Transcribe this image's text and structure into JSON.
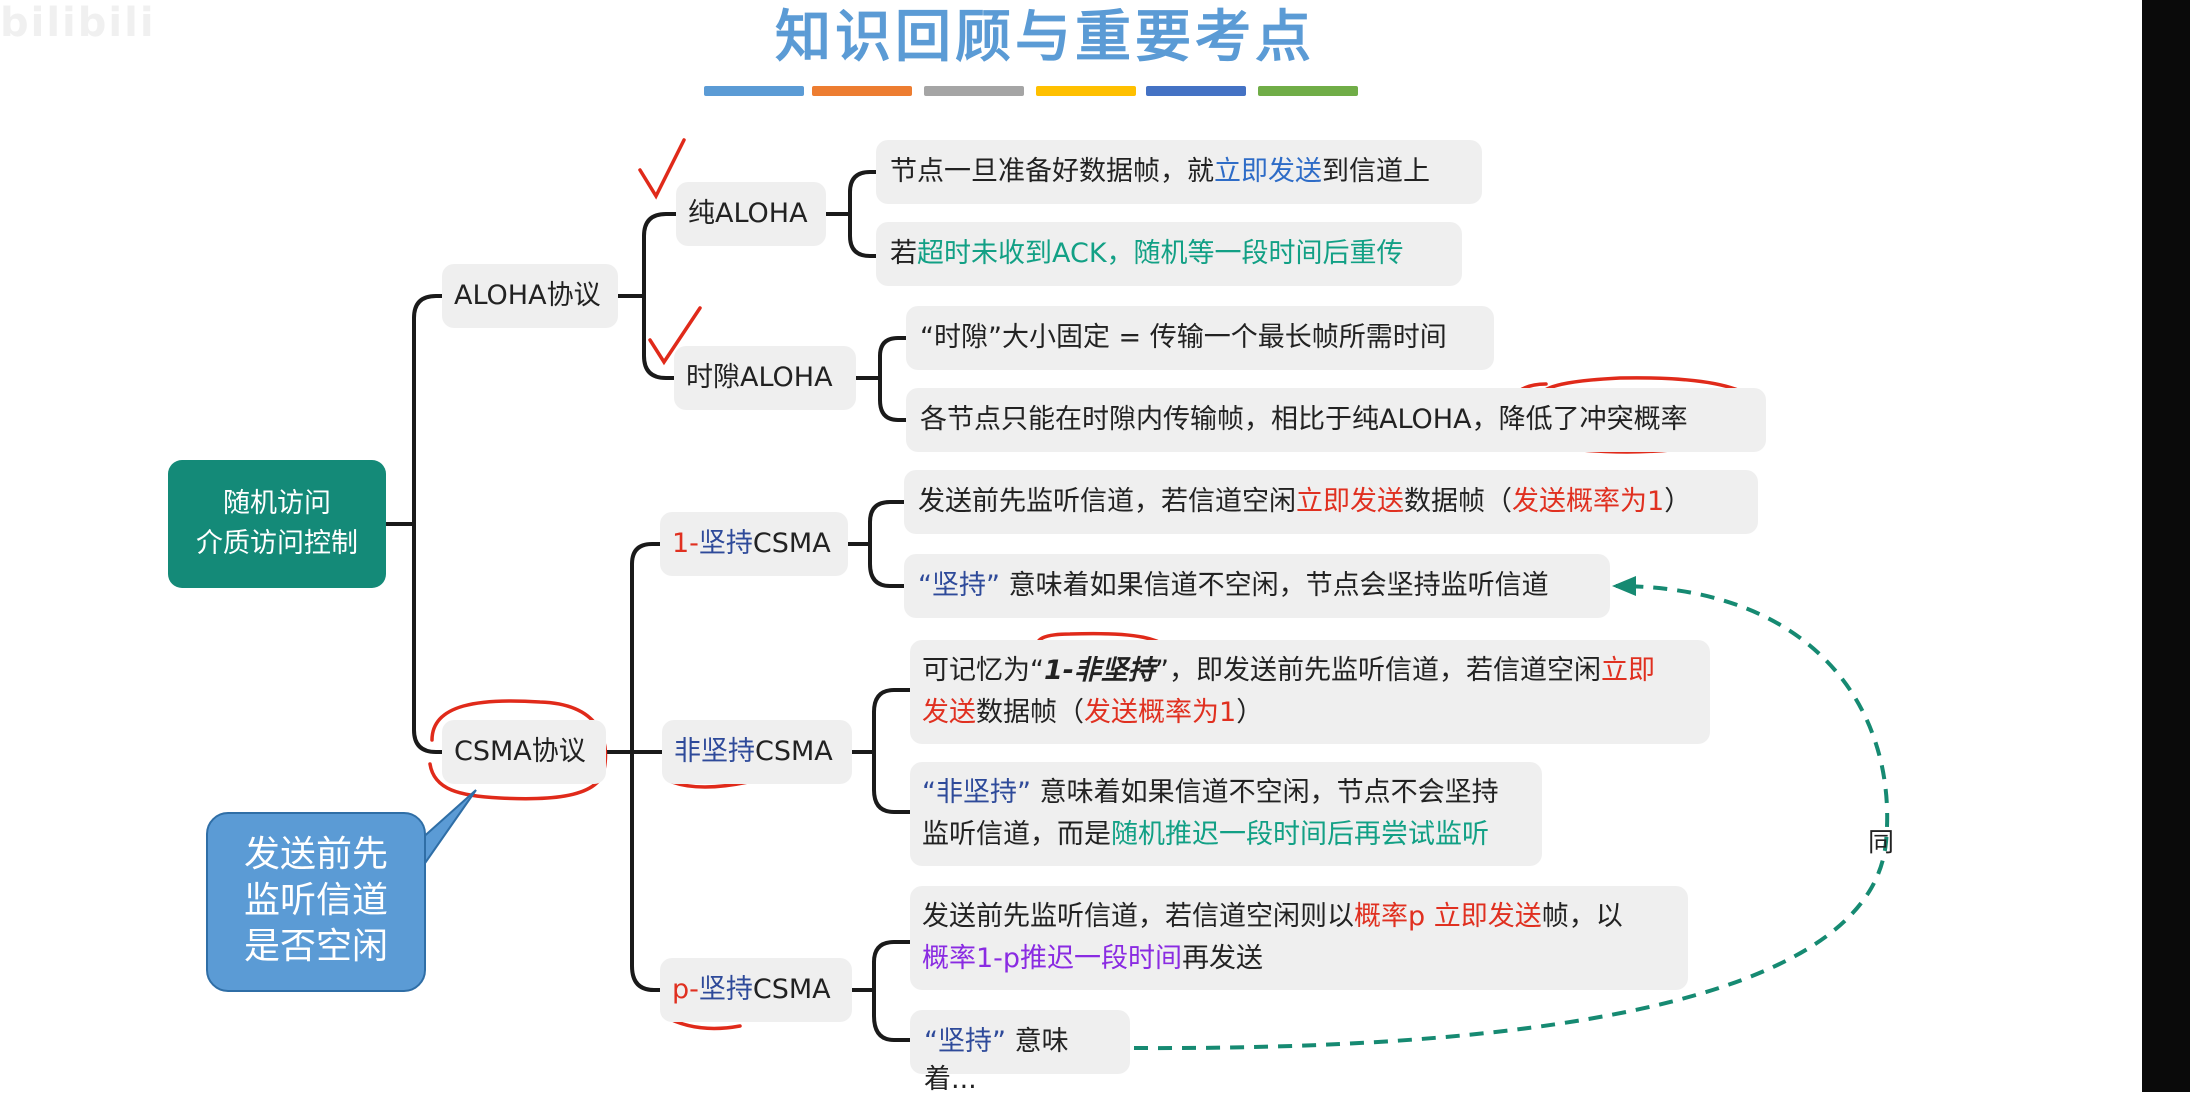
{
  "header": {
    "title": "知识回顾与重要考点",
    "watermark": "bilibili"
  },
  "color_bars": [
    "#5b9bd5",
    "#ed7d31",
    "#a5a5a5",
    "#ffc000",
    "#4472c4",
    "#70ad47"
  ],
  "root": {
    "line1": "随机访问",
    "line2": "介质访问控制"
  },
  "callout": {
    "line1": "发送前先",
    "line2": "监听信道",
    "line3": "是否空闲"
  },
  "aloha": {
    "label": "ALOHA协议",
    "pure": {
      "label": "纯ALOHA",
      "n1": {
        "a": "节点一旦准备好数据帧，就",
        "b": "立即发送",
        "c": "到信道上"
      },
      "n2": {
        "a": "若",
        "b": "超时未收到ACK，随机等一段时间后重传"
      }
    },
    "slotted": {
      "label": "时隙ALOHA",
      "n1": "“时隙”大小固定 = 传输一个最长帧所需时间",
      "n2": {
        "a": "各节点只能在时隙内传输帧，相比于纯ALOHA，",
        "b": "降低了冲突概率"
      }
    }
  },
  "csma": {
    "label": "CSMA协议",
    "p1": {
      "label_a": "1-",
      "label_b": "坚持",
      "label_c": "CSMA",
      "n1": {
        "a": "发送前先监听信道，若信道空闲",
        "b": "立即发送",
        "c": "数据帧（",
        "d": "发送概率为1",
        "e": "）"
      },
      "n2": {
        "a": "“坚持”",
        "b": " 意味着如果信道不空闲，节点会坚持监听信道"
      }
    },
    "np": {
      "label_a": "非坚持",
      "label_b": "CSMA",
      "n1": {
        "a": "可记忆为“",
        "b": "1-非坚持",
        "c": "”，即发送前先监听信道，若信道空闲",
        "d": "立即",
        "e": "发送",
        "f": "数据帧（",
        "g": "发送概率为1",
        "h": "）"
      },
      "n2": {
        "a": "“非坚持”",
        "b": " 意味着如果信道不空闲，节点不会坚持",
        "c": "监听信道，而是",
        "d": "随机推迟一段时间后再尝试监听"
      }
    },
    "pp": {
      "label_a": "p-",
      "label_b": "坚持",
      "label_c": "CSMA",
      "n1": {
        "a": "发送前先监听信道，若信道空闲则以",
        "b": "概率p 立即发送",
        "c": "帧，以",
        "d": "概率1-p推迟一段时间",
        "e": "再发送"
      },
      "n2": {
        "a": "“坚持”",
        "b": " 意味着..."
      }
    }
  },
  "same_label": "同"
}
